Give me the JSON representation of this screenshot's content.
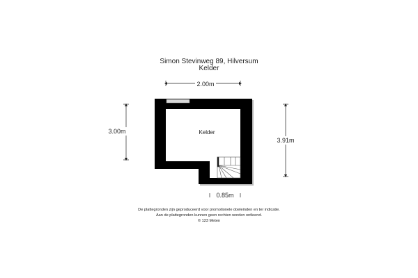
{
  "header": {
    "address": "Simon Stevinweg 89, Hilversum",
    "floor": "Kelder"
  },
  "floorplan": {
    "room_label": "Kelder",
    "dimensions": {
      "top_width": "2.00m",
      "left_height": "3.00m",
      "right_height": "3.91m",
      "bottom_width": "0.85m"
    }
  },
  "footer": {
    "line1": "De plattegronden zijn geproduceerd voor promotionele doeleinden en ter indicatie.",
    "line2": "Aan de plattegronden kunnen geen rechten worden ontleend.",
    "line3": "© 123 Meten"
  },
  "colors": {
    "wall": "#000000",
    "window": "#d8d8d8",
    "dimension": "#222222"
  }
}
